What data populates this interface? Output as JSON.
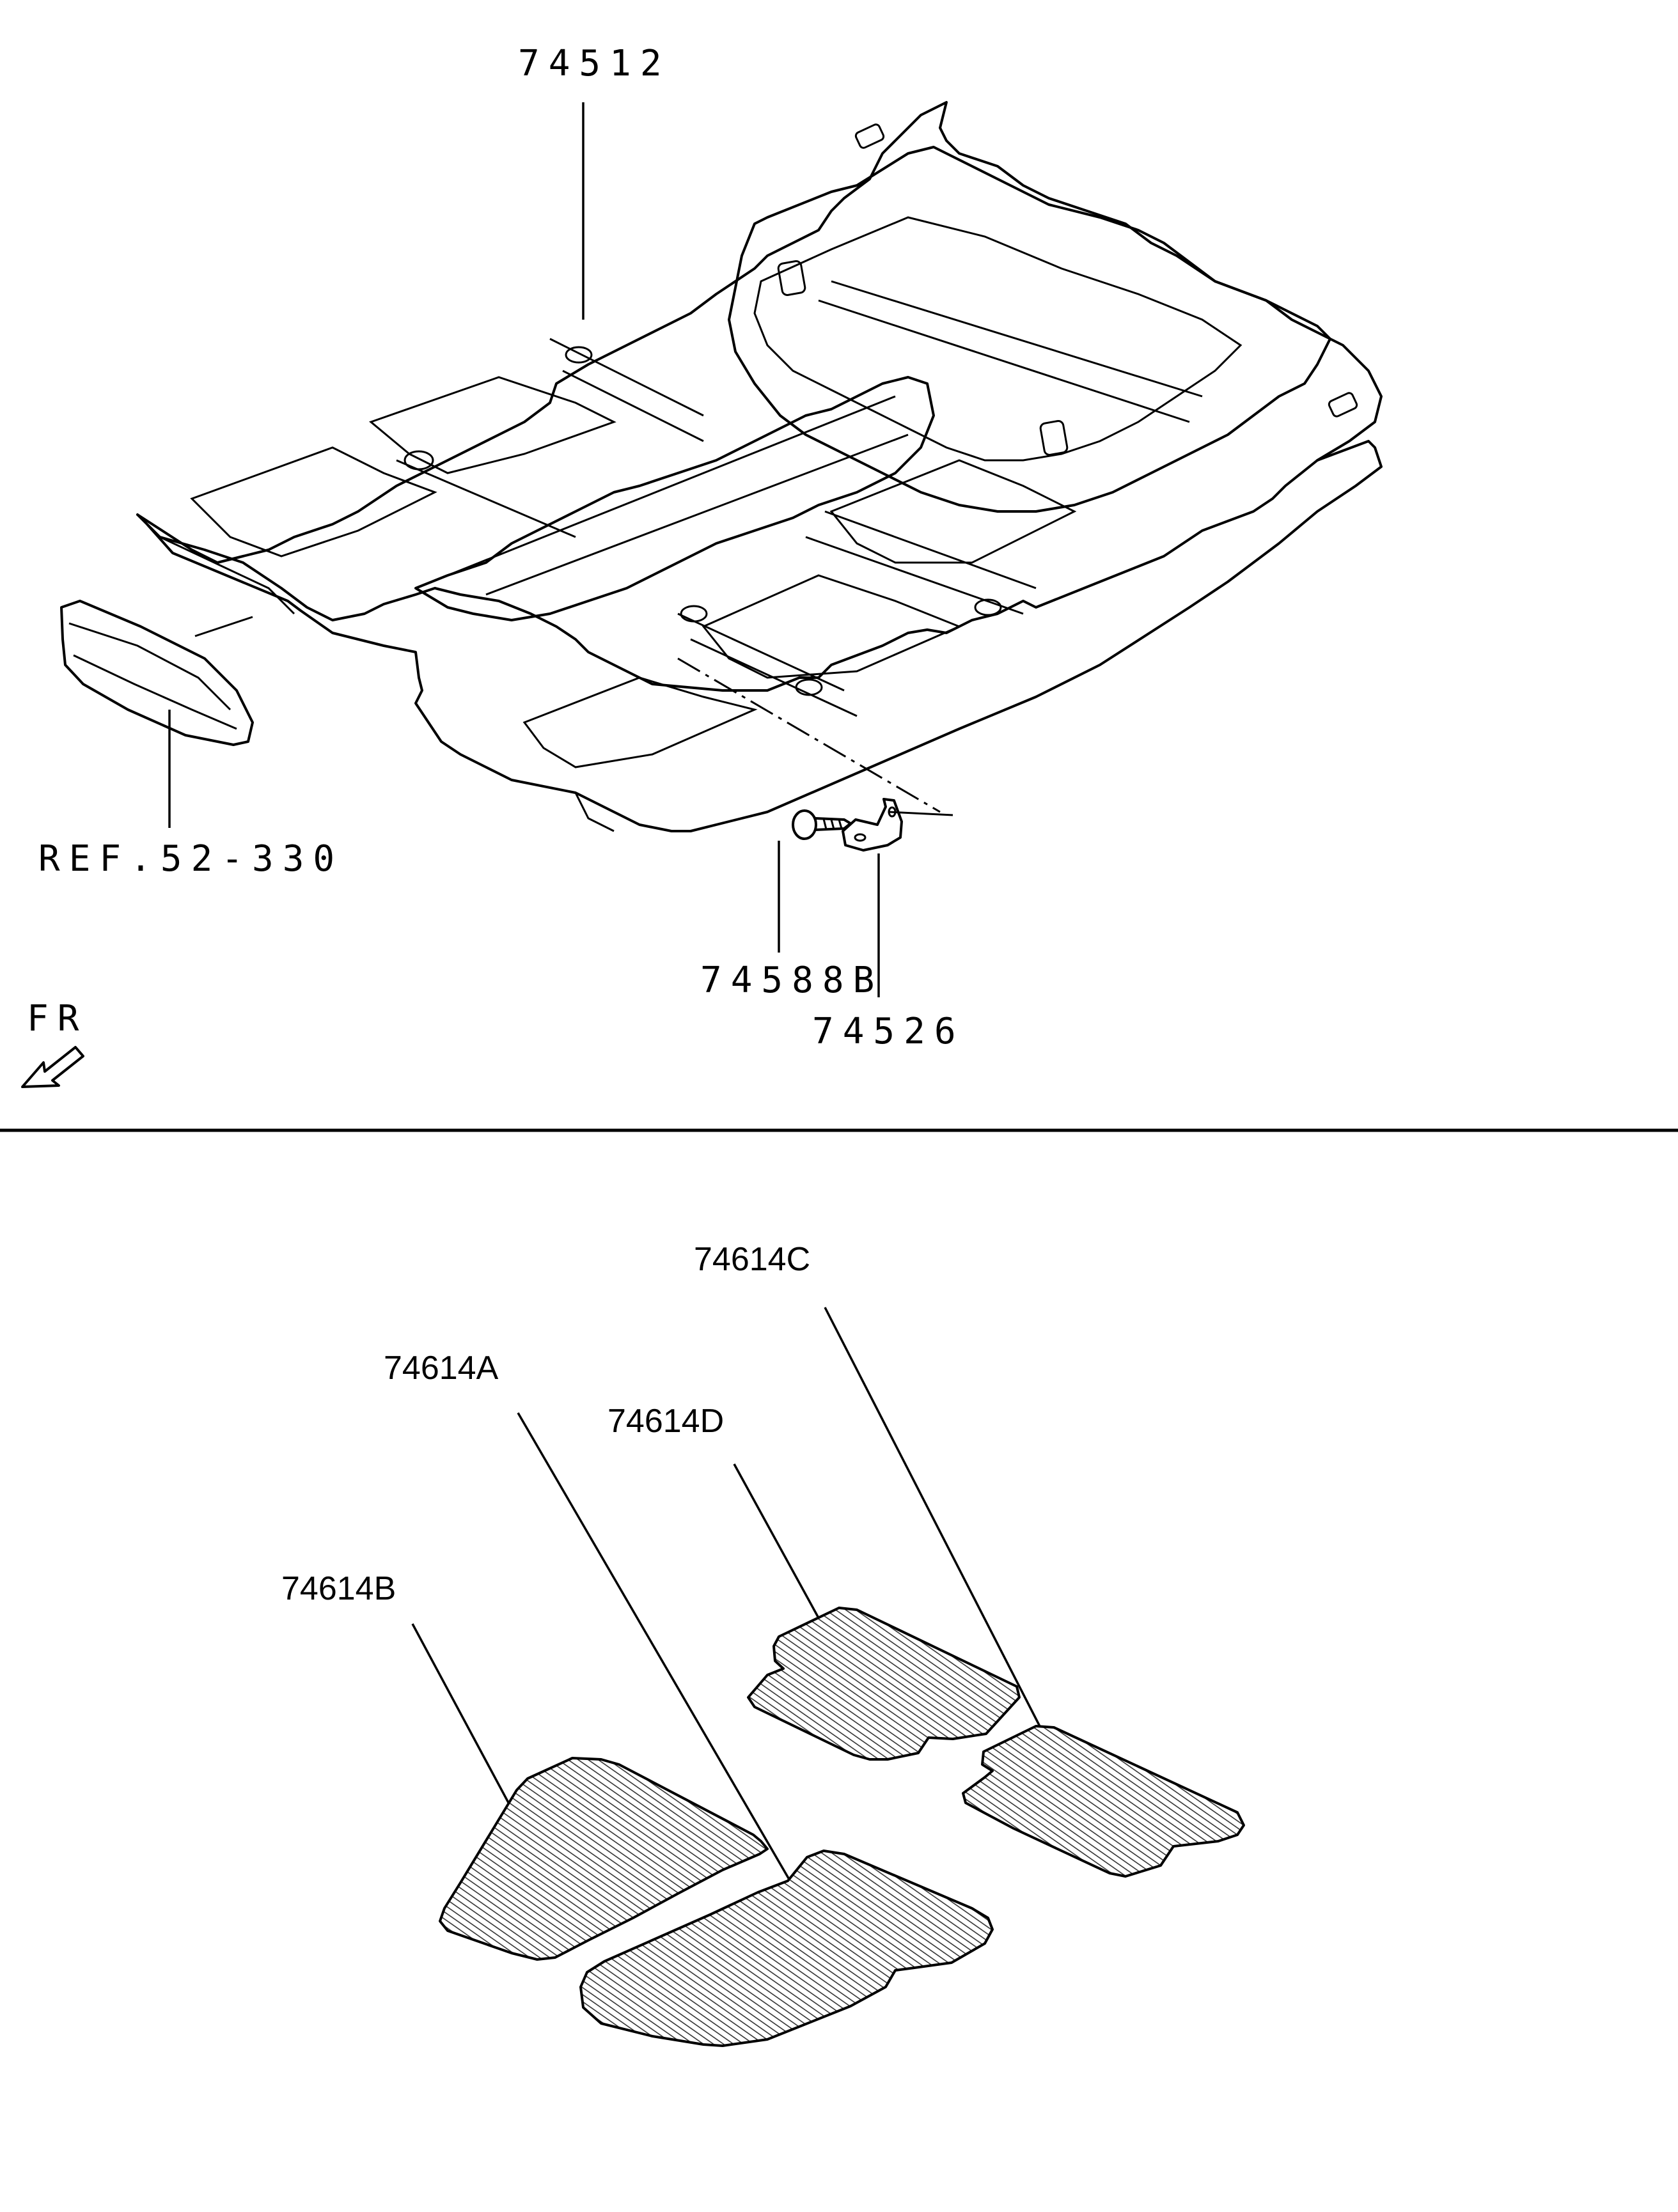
{
  "labels": {
    "carpet": "74512",
    "ref": "REF.52-330",
    "screw": "74588B",
    "bracket": "74526",
    "front": "FR",
    "mat_c": "74614C",
    "mat_a": "74614A",
    "mat_d": "74614D",
    "mat_b": "74614B"
  },
  "colors": {
    "ink": "#000000",
    "background": "#ffffff"
  },
  "icons": {
    "front_direction": "arrow-icon"
  }
}
